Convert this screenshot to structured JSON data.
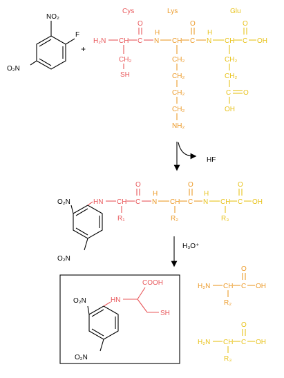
{
  "colors": {
    "black": "#000000",
    "cys": "#e8575a",
    "lys": "#ec9a28",
    "glu": "#e8c21a"
  },
  "reactant": {
    "no2": "NO₂",
    "f": "F",
    "o2n": "O₂N",
    "plus": "+"
  },
  "tripeptide": {
    "residues": [
      "Cys",
      "Lys",
      "Glu"
    ],
    "h2n": "H₂N",
    "ch": "CH",
    "c": "C",
    "o": "O",
    "n": "N",
    "h": "H",
    "oh": "OH",
    "ch2": "CH₂",
    "sh": "SH",
    "nh2": "NH₂"
  },
  "step1": {
    "byproduct": "HF"
  },
  "intermediate": {
    "o2n": "O₂N",
    "hn": "HN",
    "ch": "CH",
    "c": "C",
    "o": "O",
    "n": "N",
    "h": "H",
    "oh": "OH",
    "r1": "R₁",
    "r2": "R₂",
    "r3": "R₃"
  },
  "step2": {
    "reagent": "H₃O⁺"
  },
  "products": {
    "dnp_cys": {
      "o2n": "O₂N",
      "hn": "HN",
      "cooh": "COOH",
      "sh": "SH"
    },
    "aa2": {
      "h2n": "H₂N",
      "ch": "CH",
      "c": "C",
      "o": "O",
      "oh": "OH",
      "r": "R₂"
    },
    "aa3": {
      "h2n": "H₂N",
      "ch": "CH",
      "c": "C",
      "o": "O",
      "oh": "OH",
      "r": "R₃"
    }
  }
}
